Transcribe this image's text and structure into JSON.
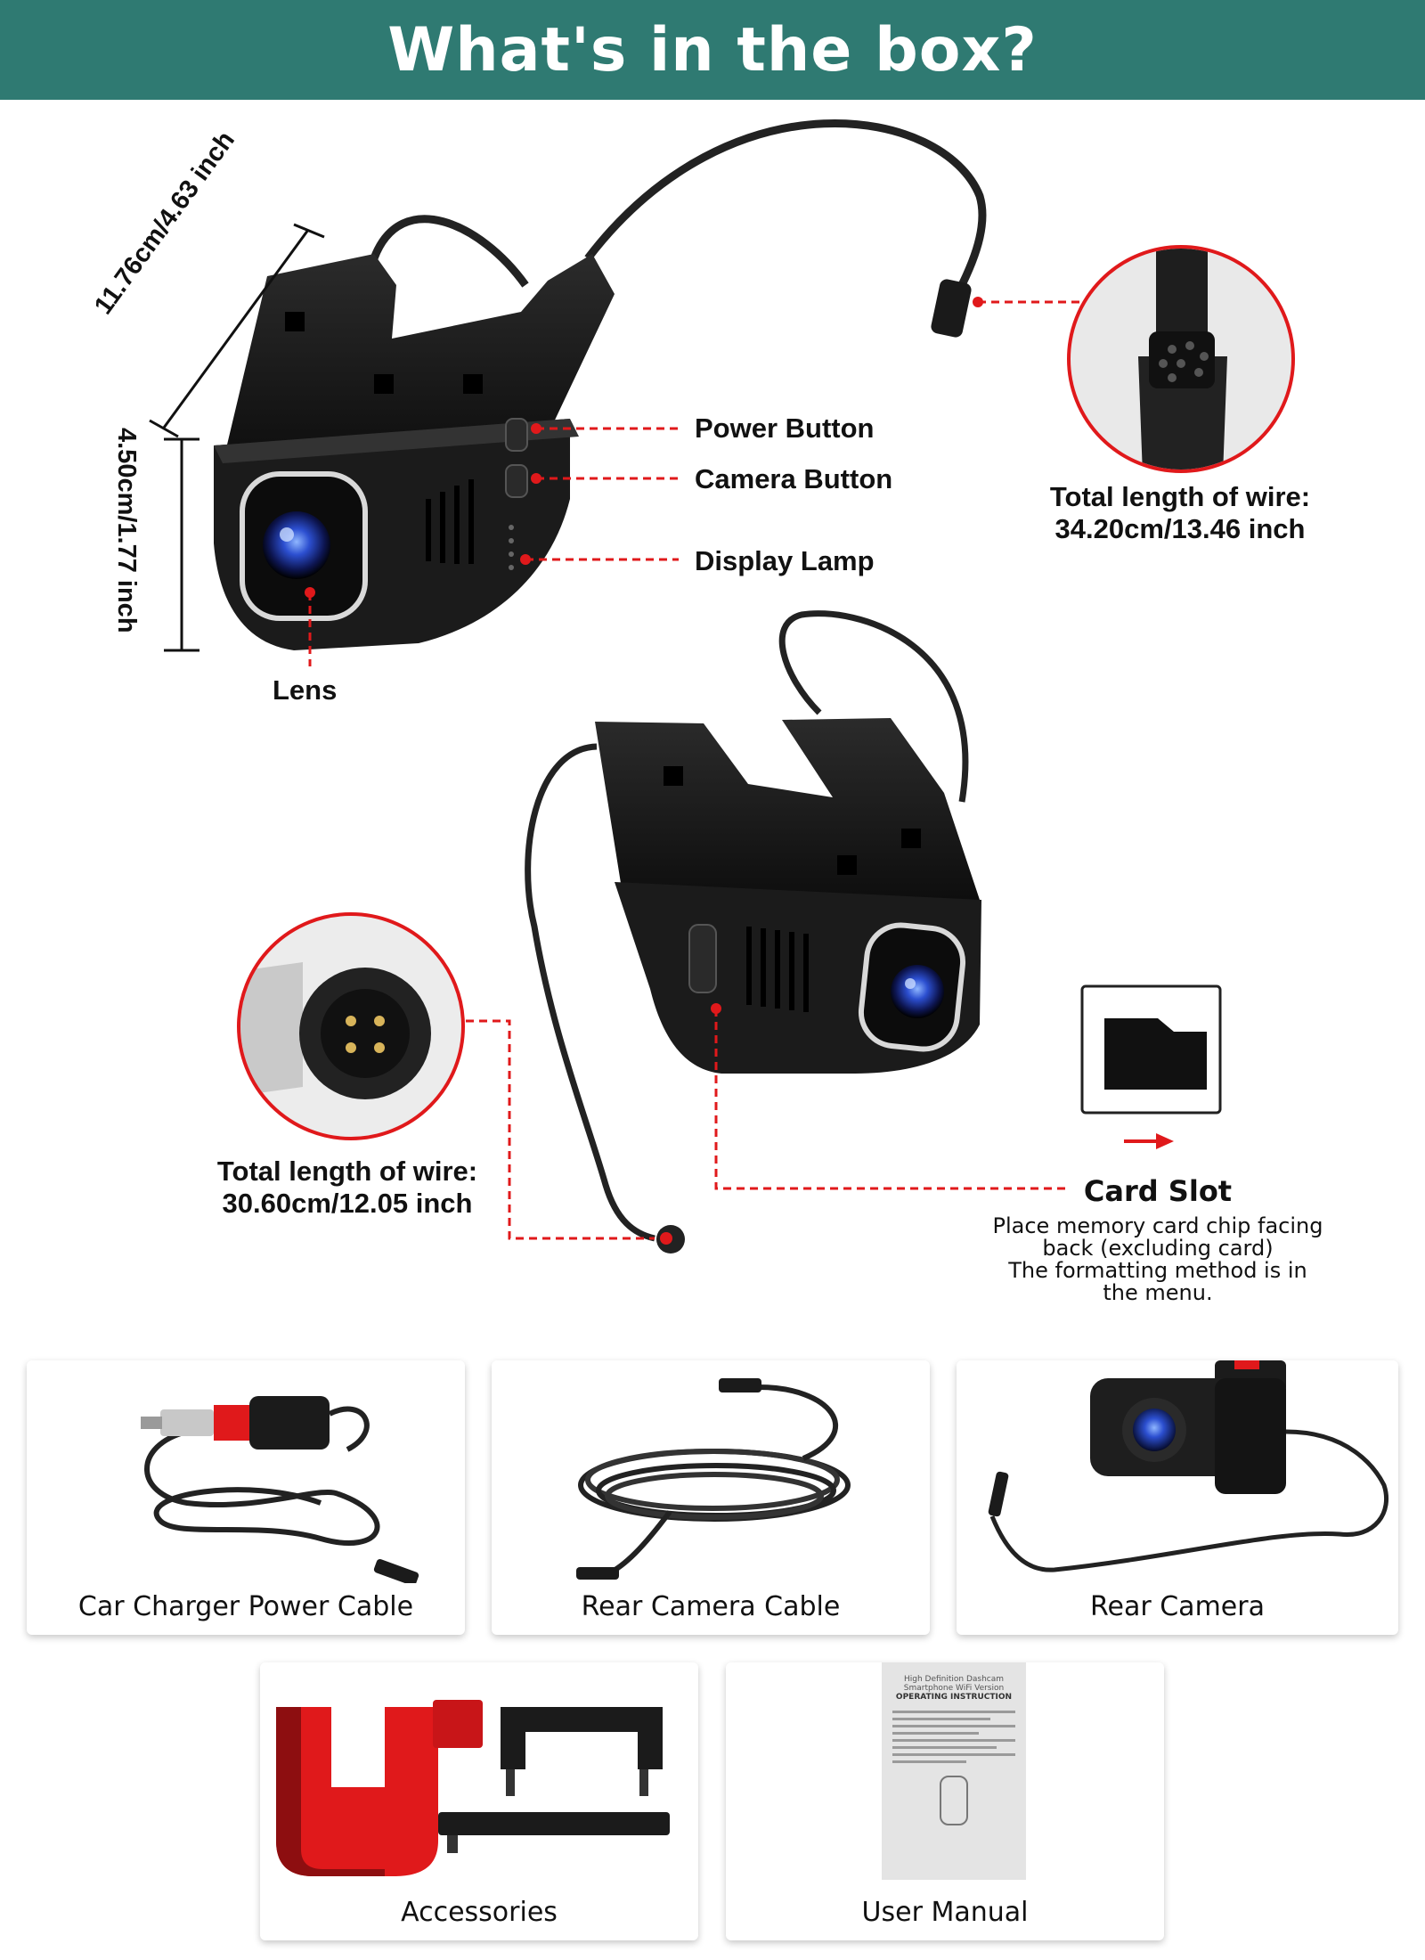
{
  "header": {
    "title": "What's in the box?",
    "bg": "#2f7a72"
  },
  "accent": "#e0191b",
  "main_cam": {
    "labels": {
      "power": "Power Button",
      "camera": "Camera Button",
      "lamp": "Display Lamp",
      "lens": "Lens"
    },
    "dim_width": "11.76cm/4.63 inch",
    "dim_height": "4.50cm/1.77 inch",
    "wire_top": {
      "line1": "Total length of wire:",
      "line2": "34.20cm/13.46 inch"
    }
  },
  "back_cam": {
    "wire": {
      "line1": "Total length of wire:",
      "line2": "30.60cm/12.05 inch"
    },
    "card_slot": {
      "title": "Card Slot",
      "note1": "Place memory card chip facing",
      "note2": "back (excluding card)",
      "note3": "The formatting method is in",
      "note4": "the menu."
    }
  },
  "items": [
    {
      "label": "Car Charger Power Cable"
    },
    {
      "label": "Rear Camera Cable"
    },
    {
      "label": "Rear Camera"
    },
    {
      "label": "Accessories"
    },
    {
      "label": "User Manual"
    }
  ],
  "manual": {
    "line1": "High Definition Dashcam",
    "line2": "Smartphone WiFi Version",
    "line3": "OPERATING INSTRUCTION"
  }
}
